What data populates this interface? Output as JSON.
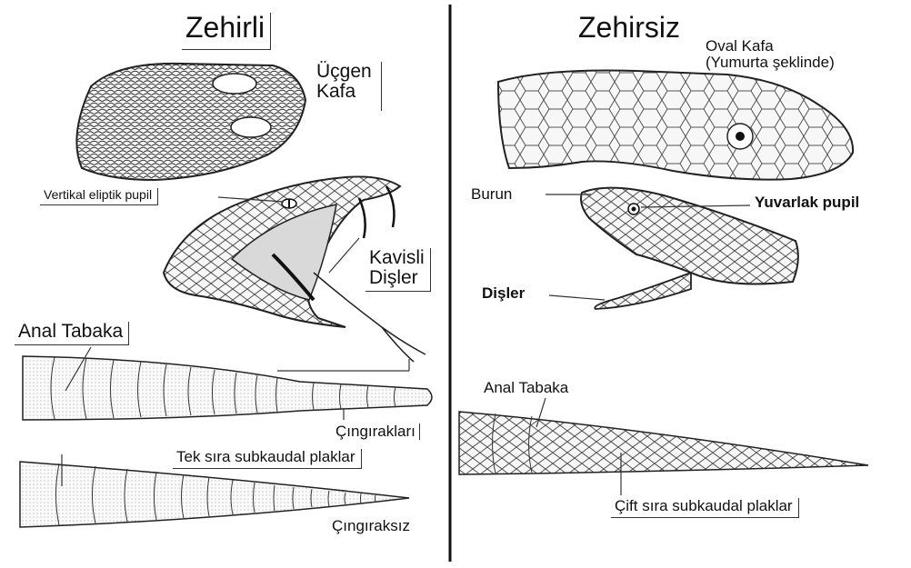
{
  "venomous": {
    "title": "Zehirli",
    "head_shape": [
      "Üçgen",
      "Kafa"
    ],
    "pupil": "Vertikal eliptik pupil",
    "fangs": [
      "Kavisli",
      "Dişler"
    ],
    "anal_plate": "Anal Tabaka",
    "rattle": "Çıngırakları",
    "subcaudal": "Tek sıra subkaudal plaklar",
    "no_rattle": "Çıngıraksız"
  },
  "nonvenomous": {
    "title": "Zehirsiz",
    "head_shape": [
      "Oval Kafa",
      "(Yumurta şeklinde)"
    ],
    "nose": "Burun",
    "pupil": "Yuvarlak pupil",
    "teeth": "Dişler",
    "anal_plate": "Anal Tabaka",
    "subcaudal": "Çift sıra subkaudal plaklar"
  }
}
